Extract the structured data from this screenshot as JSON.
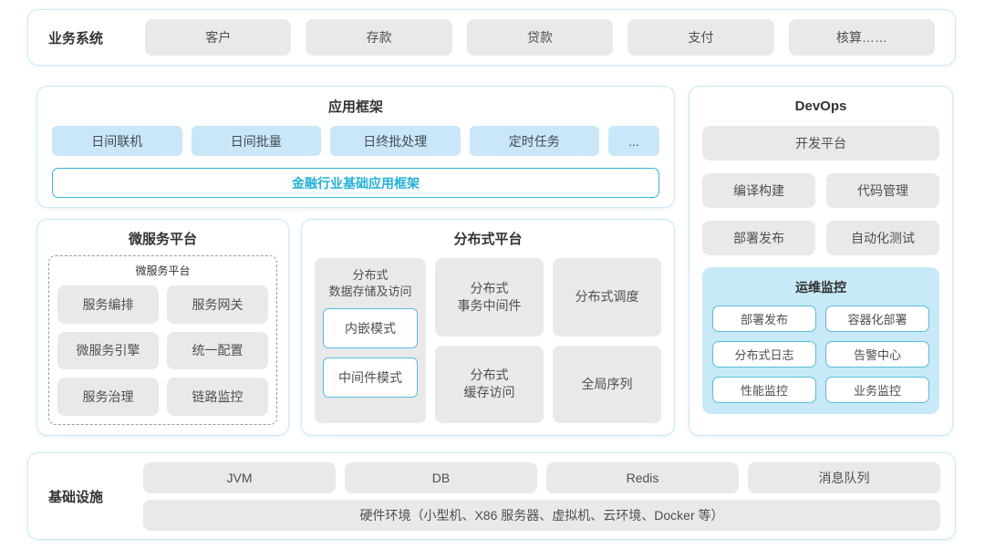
{
  "colors": {
    "panel_border": "#c9e9f3",
    "gray_box": "#e9e9e9",
    "blue_box": "#c9e7f8",
    "accent_text": "#23b0dc",
    "accent_border": "#35b6da",
    "monitor_bg": "#c8e9f8",
    "outline_border": "#55bedb",
    "text": "#4f4f4f"
  },
  "business": {
    "label": "业务系统",
    "items": [
      "客户",
      "存款",
      "贷款",
      "支付",
      "核算……"
    ]
  },
  "app_framework": {
    "title": "应用框架",
    "items": [
      "日间联机",
      "日间批量",
      "日终批处理",
      "定时任务",
      "..."
    ],
    "base_bar": "金融行业基础应用框架"
  },
  "microservice": {
    "title": "微服务平台",
    "inner_title": "微服务平台",
    "items": [
      "服务编排",
      "服务网关",
      "微服务引擎",
      "统一配置",
      "服务治理",
      "链路监控"
    ]
  },
  "distributed": {
    "title": "分布式平台",
    "storage": {
      "line1": "分布式",
      "line2": "数据存储及访问",
      "modes": [
        "内嵌模式",
        "中间件模式"
      ]
    },
    "col2": [
      {
        "line1": "分布式",
        "line2": "事务中间件"
      },
      {
        "line1": "分布式",
        "line2": "缓存访问"
      }
    ],
    "col3": [
      "分布式调度",
      "全局序列"
    ]
  },
  "devops": {
    "title": "DevOps",
    "dev_platform": "开发平台",
    "items": [
      "编译构建",
      "代码管理",
      "部署发布",
      "自动化测试"
    ],
    "monitor": {
      "title": "运维监控",
      "items": [
        "部署发布",
        "容器化部署",
        "分布式日志",
        "告警中心",
        "性能监控",
        "业务监控"
      ]
    }
  },
  "infrastructure": {
    "label": "基础设施",
    "items": [
      "JVM",
      "DB",
      "Redis",
      "消息队列"
    ],
    "hardware": "硬件环境（小型机、X86 服务器、虚拟机、云环境、Docker 等）"
  }
}
